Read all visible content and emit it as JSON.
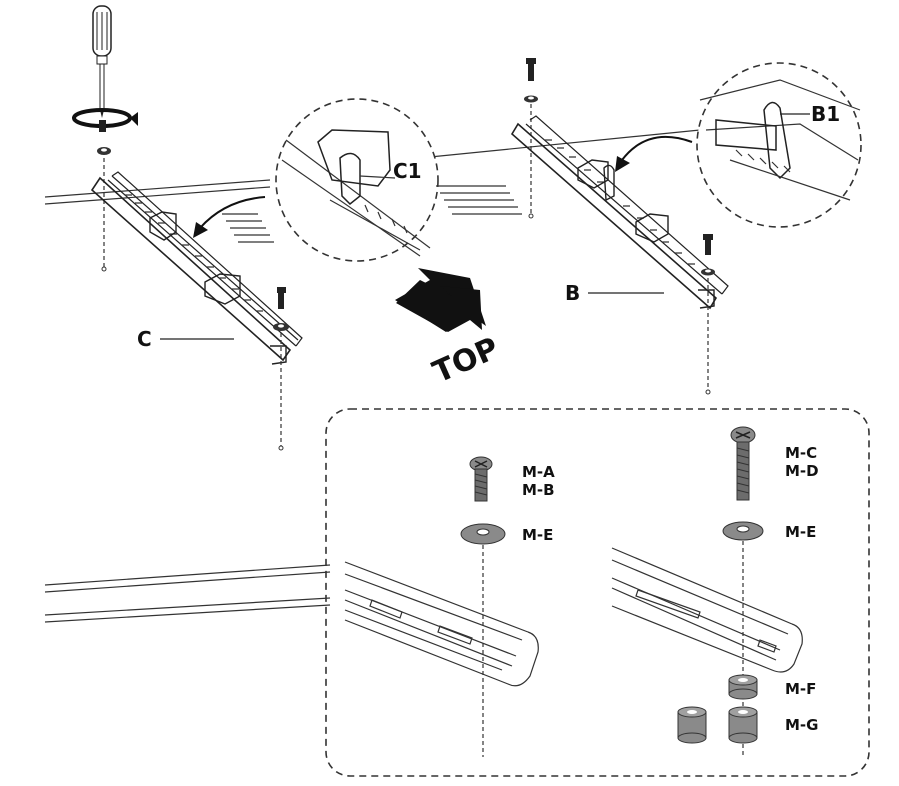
{
  "labels": {
    "bracket_c": "C",
    "bracket_b": "B",
    "detail_c1": "C1",
    "detail_b1": "B1",
    "arrow_top": "TOP",
    "screw_ma": "M-A",
    "screw_mb": "M-B",
    "washer_me_left": "M-E",
    "screw_mc": "M-C",
    "screw_md": "M-D",
    "washer_me_right": "M-E",
    "spacer_mf": "M-F",
    "spacer_mg": "M-G"
  },
  "colors": {
    "line": "#222222",
    "hardware_grey": "#8a8a8a",
    "hardware_dark": "#555555",
    "arrow_black": "#111111"
  }
}
